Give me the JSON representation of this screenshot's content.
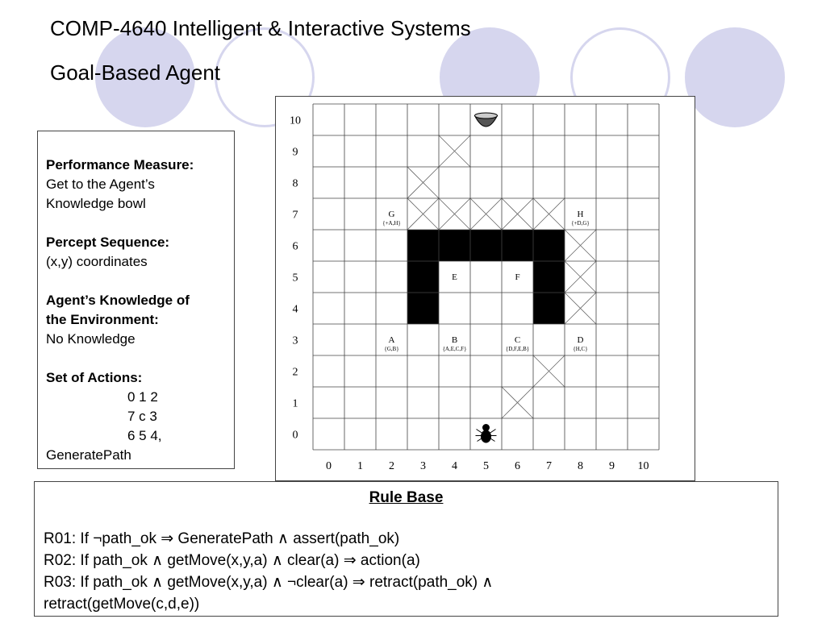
{
  "slide": {
    "title": "COMP-4640 Intelligent & Interactive Systems",
    "subtitle": "Goal-Based Agent",
    "accent_color": "#d6d6ee"
  },
  "left_panel": {
    "performance_heading": "Performance Measure:",
    "performance_line1": "Get to the Agent’s",
    "performance_line2": "Knowledge bowl",
    "percept_heading": "Percept Sequence:",
    "percept_text": "(x,y) coordinates",
    "knowledge_heading_line1": "Agent’s Knowledge of",
    "knowledge_heading_line2": "the  Environment:",
    "knowledge_text": "No Knowledge",
    "actions_heading": "Set of Actions:",
    "actions_row1": "0 1 2",
    "actions_row2": "7 c 3",
    "actions_row3": "6 5 4,",
    "actions_extra": "GeneratePath"
  },
  "grid": {
    "x_labels": [
      "0",
      "1",
      "2",
      "3",
      "4",
      "5",
      "6",
      "7",
      "8",
      "9",
      "10"
    ],
    "y_labels": [
      "0",
      "1",
      "2",
      "3",
      "4",
      "5",
      "6",
      "7",
      "8",
      "9",
      "10"
    ],
    "wall_color": "#000000",
    "blocked_cells": [
      [
        4,
        9
      ],
      [
        3,
        8
      ],
      [
        3,
        7
      ],
      [
        4,
        7
      ],
      [
        5,
        7
      ],
      [
        6,
        7
      ],
      [
        7,
        7
      ],
      [
        8,
        6
      ],
      [
        8,
        5
      ],
      [
        8,
        4
      ],
      [
        7,
        2
      ],
      [
        6,
        1
      ]
    ],
    "walls": [
      [
        3,
        6
      ],
      [
        4,
        6
      ],
      [
        5,
        6
      ],
      [
        6,
        6
      ],
      [
        7,
        6
      ],
      [
        3,
        5
      ],
      [
        7,
        5
      ],
      [
        3,
        4
      ],
      [
        7,
        4
      ]
    ],
    "nodes": [
      {
        "name": "A",
        "col": 2,
        "row": 3,
        "label": "A",
        "sub": "{G,B}"
      },
      {
        "name": "B",
        "col": 4,
        "row": 3,
        "label": "B",
        "sub": "{A,E,C,F}"
      },
      {
        "name": "C",
        "col": 6,
        "row": 3,
        "label": "C",
        "sub": "{D,F,E,B}"
      },
      {
        "name": "D",
        "col": 8,
        "row": 3,
        "label": "D",
        "sub": "{H,C}"
      },
      {
        "name": "E",
        "col": 4,
        "row": 5,
        "label": "E",
        "sub": ""
      },
      {
        "name": "F",
        "col": 6,
        "row": 5,
        "label": "F",
        "sub": ""
      },
      {
        "name": "G",
        "col": 2,
        "row": 7,
        "label": "G",
        "sub": "{+A,H}"
      },
      {
        "name": "H",
        "col": 8,
        "row": 7,
        "label": "H",
        "sub": "{+D,G}"
      }
    ],
    "goal": {
      "col": 5,
      "row": 10,
      "icon": "bowl-icon"
    },
    "agent": {
      "col": 5,
      "row": 0,
      "icon": "bug-agent-icon"
    }
  },
  "rule_base": {
    "title": "Rule Base",
    "rules": [
      "R01: If ¬path_ok ⇒ GeneratePath ∧ assert(path_ok)",
      "R02: If path_ok ∧ getMove(x,y,a) ∧ clear(a) ⇒ action(a)",
      "R03: If path_ok ∧ getMove(x,y,a) ∧ ¬clear(a) ⇒ retract(path_ok) ∧",
      "retract(getMove(c,d,e))"
    ]
  }
}
